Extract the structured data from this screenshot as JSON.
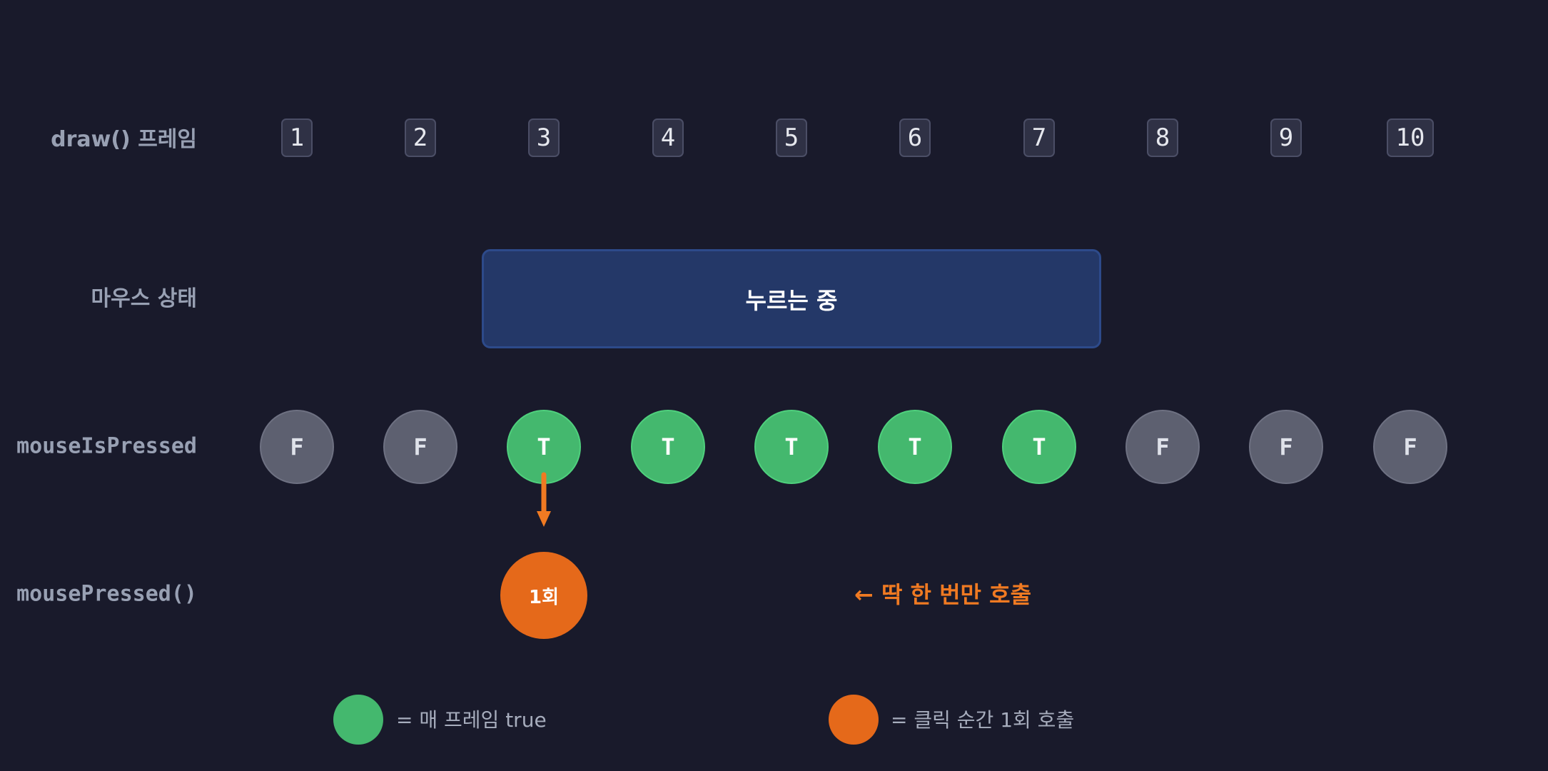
{
  "rows": {
    "frames_label": "draw() 프레임",
    "mouse_state_label": "마우스 상태",
    "mouse_is_pressed_label": "mouseIsPressed",
    "mouse_pressed_label": "mousePressed()"
  },
  "frames": [
    "1",
    "2",
    "3",
    "4",
    "5",
    "6",
    "7",
    "8",
    "9",
    "10"
  ],
  "mouse_state": {
    "pressed_text": "누르는 중",
    "pressed_from_frame": 3,
    "pressed_to_frame": 7
  },
  "mouse_is_pressed": [
    "F",
    "F",
    "T",
    "T",
    "T",
    "T",
    "T",
    "F",
    "F",
    "F"
  ],
  "mouse_pressed_call": {
    "frame": 3,
    "label": "1회",
    "note": "← 딱 한 번만 호출"
  },
  "legend": {
    "green_text": "= 매 프레임 true",
    "orange_text": "= 클릭 순간 1회 호출"
  },
  "colors": {
    "background": "#191a2b",
    "true_green": "#44b86e",
    "false_gray": "#5d6070",
    "call_orange": "#e5691a",
    "pressed_bar": "#243868"
  }
}
